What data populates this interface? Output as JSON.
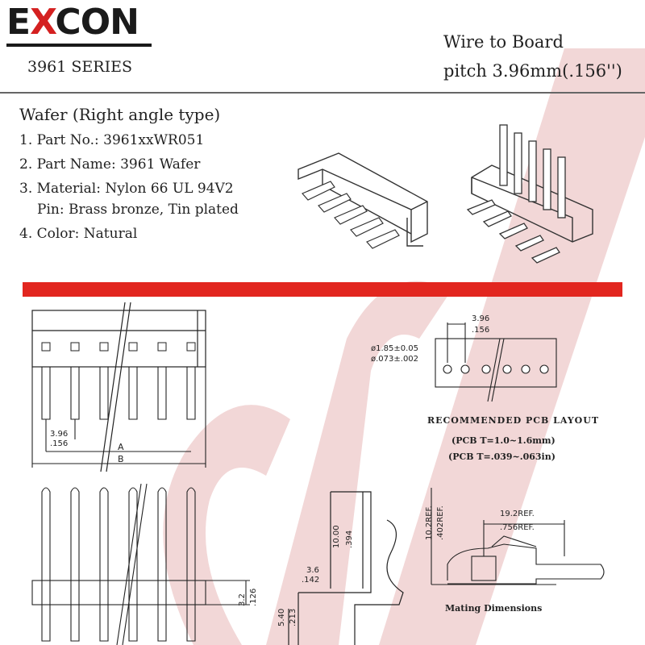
{
  "brand": {
    "logo_prefix": "E",
    "logo_x": "X",
    "logo_suffix": "CON"
  },
  "header": {
    "series": "3961 SERIES",
    "wire_to_board": "Wire to Board",
    "pitch": "pitch 3.96mm(.156'')"
  },
  "spec": {
    "title": "Wafer (Right angle type)",
    "items": [
      "1. Part No.: 3961xxWR051",
      "2. Part Name: 3961 Wafer",
      "3. Material: Nylon 66 UL 94V2",
      "Pin: Brass bronze, Tin plated",
      "4. Color: Natural"
    ]
  },
  "drawing": {
    "dims": {
      "pitch_mm": "3.96",
      "pitch_in": ".156",
      "a": "A",
      "b": "B",
      "hole_mm": "ø1.85±0.05",
      "hole_in": "ø.073±.002",
      "height_mm": "10.00",
      "height_in": ".394",
      "offset_mm": "3.6",
      "offset_in": ".142",
      "tail_mm": "5.40",
      "tail_in": ".213",
      "base_mm": "3.2",
      "base_in": ".126",
      "ref_h_mm": "10.2REF.",
      "ref_h_in": ".402REF.",
      "ref_w_mm": "19.2REF.",
      "ref_w_in": ".756REF."
    },
    "pcb_title": "RECOMMENDED PCB LAYOUT",
    "pcb_note_1": "(PCB T=1.0~1.6mm)",
    "pcb_note_2": "(PCB T=.039~.063in)",
    "mating": "Mating Dimensions"
  },
  "colors": {
    "accent": "#e2261f",
    "watermark": "#f3d6d6"
  }
}
